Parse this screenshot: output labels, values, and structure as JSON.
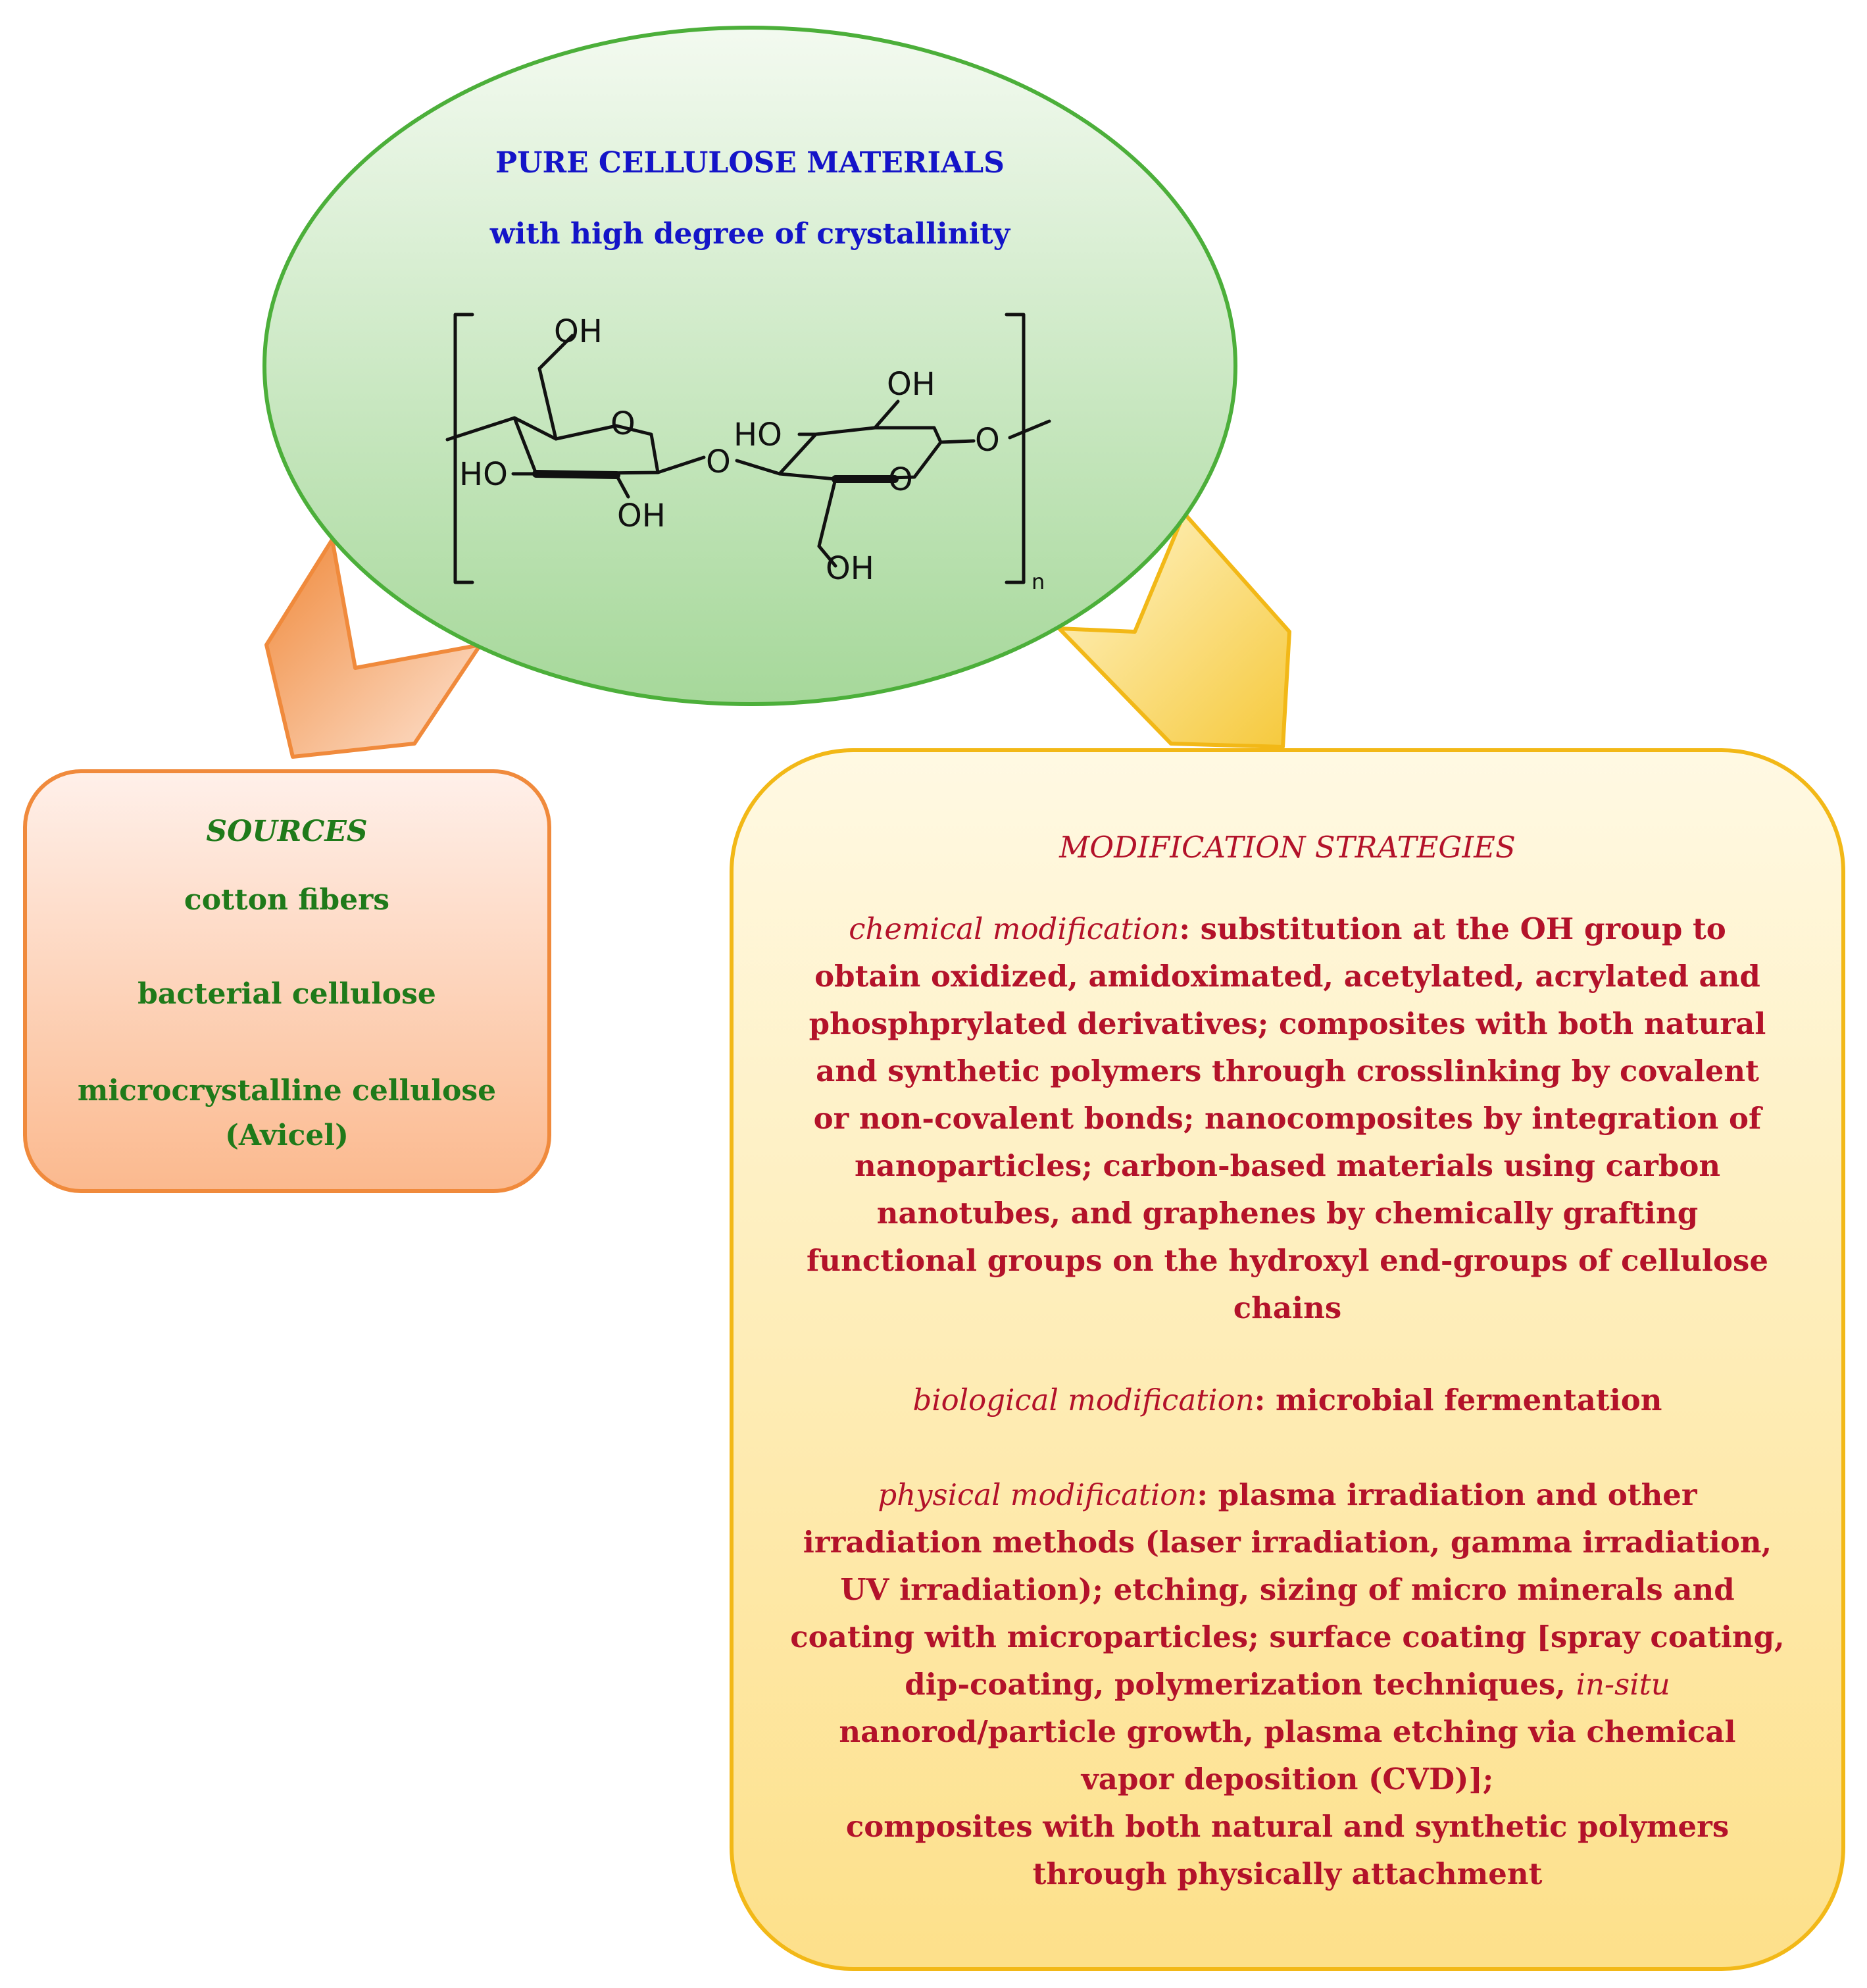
{
  "top": {
    "title": "PURE CELLULOSE MATERIALS",
    "subtitle": "with high degree of crystallinity",
    "structure": {
      "oh_labels": [
        "OH",
        "HO",
        "OH",
        "OH",
        "HO",
        "OH"
      ],
      "o_labels": [
        "O",
        "O",
        "O",
        "O"
      ],
      "repeat_subscript": "n"
    }
  },
  "sources": {
    "heading": "SOURCES",
    "items": [
      "cotton fibers",
      "bacterial cellulose",
      "microcrystalline cellulose",
      "(Avicel)"
    ]
  },
  "modification": {
    "heading": "MODIFICATION STRATEGIES",
    "chemical": {
      "term": "chemical modification",
      "lines": [
        ": substitution at the OH group to",
        "obtain oxidized, amidoximated, acetylated, acrylated and",
        "phosphprylated derivatives; composites with both natural",
        "and synthetic polymers through crosslinking by covalent",
        "or non-covalent bonds; nanocomposites by integration of",
        "nanoparticles; carbon-based materials using carbon",
        "nanotubes, and graphenes by chemically grafting",
        "functional groups on the hydroxyl end-groups of cellulose",
        "chains"
      ]
    },
    "biological": {
      "term": "biological modification",
      "text": ": microbial fermentation"
    },
    "physical": {
      "term": "physical modification",
      "lines": [
        ": plasma irradiation and other",
        "irradiation methods (laser irradiation, gamma irradiation,",
        "UV irradiation); etching, sizing of micro minerals and",
        "coating with microparticles; surface coating [spray coating,",
        "dip-coating, polymerization techniques, ",
        "nanorod/particle growth, plasma etching via chemical",
        "vapor deposition (CVD)];",
        "composites with both natural and synthetic polymers",
        "through physically attachment"
      ],
      "insitu": "in-situ"
    }
  },
  "colors": {
    "ellipse_stroke": "#4caf3a",
    "ellipse_top": "#f3faf0",
    "ellipse_bottom": "#a6d89a",
    "sources_stroke": "#f08a3c",
    "sources_top": "#fff0ea",
    "sources_bottom": "#fbb98e",
    "mod_stroke": "#f2b817",
    "mod_top": "#fff9e3",
    "mod_bottom": "#fde08a"
  }
}
